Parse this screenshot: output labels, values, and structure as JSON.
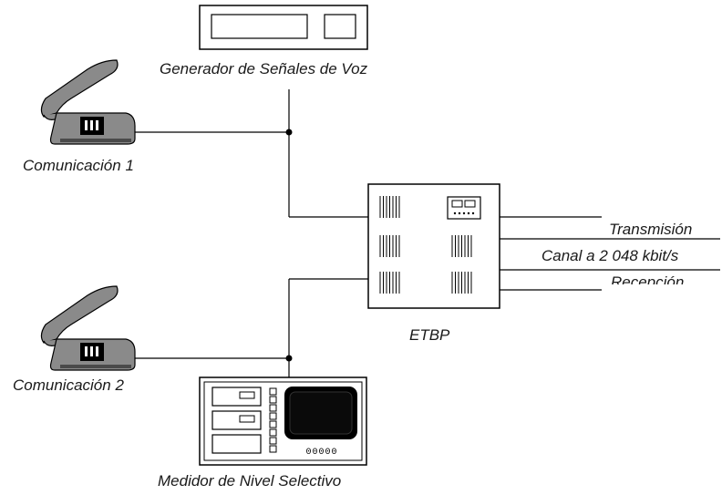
{
  "labels": {
    "voice_generator": "Generador de Señales de Voz",
    "comm1": "Comunicación 1",
    "comm2": "Comunicación 2",
    "etbp": "ETBP",
    "transmision": "Transmisión",
    "canal": "Canal a 2 048 kbit/s",
    "recepcion": "Recepción",
    "meter": "Medidor de Nivel Selectivo"
  },
  "meter_display": "00000",
  "colors": {
    "line": "#000000",
    "phone_body": "#8a8a8a",
    "phone_dark": "#4a4a4a",
    "screen": "#000000",
    "background": "#ffffff"
  }
}
